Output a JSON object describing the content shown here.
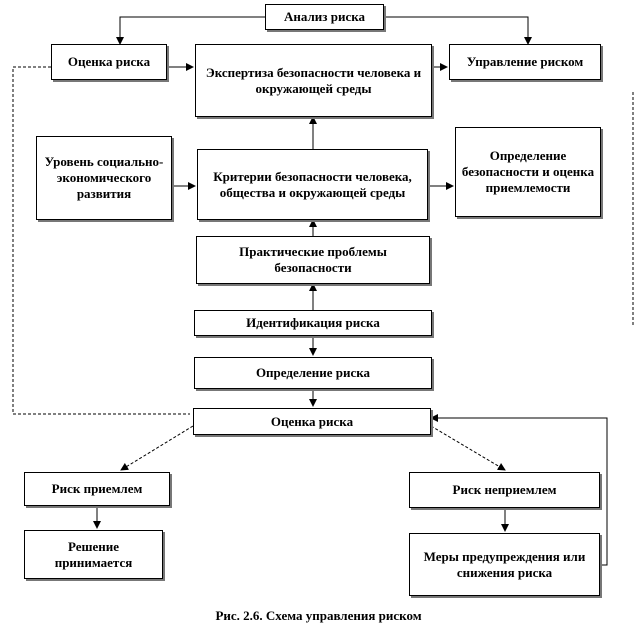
{
  "nodes": {
    "risk_analysis": "Анализ риска",
    "risk_assessment_top": "Оценка риска",
    "expertise": "Экспертиза безопасности человека и окружающей среды",
    "risk_management": "Управление риском",
    "socioeconomic_level": "Уровень социально-экономического развития",
    "safety_criteria": "Критерии безопасности человека, общества и окружающей  среды",
    "safety_definition": "Определение безопасности и оценка приемлемости",
    "practical_problems": "Практические проблемы безопасности",
    "risk_identification": "Идентификация риска",
    "risk_determination": "Определение риска",
    "risk_assessment_mid": "Оценка риска",
    "risk_acceptable": "Риск приемлем",
    "risk_unacceptable": "Риск неприемлем",
    "decision_accepted": "Решение принимается",
    "prevention_measures": "Меры предупреждения или снижения риска"
  },
  "caption": "Рис. 2.6. Схема управления риском"
}
